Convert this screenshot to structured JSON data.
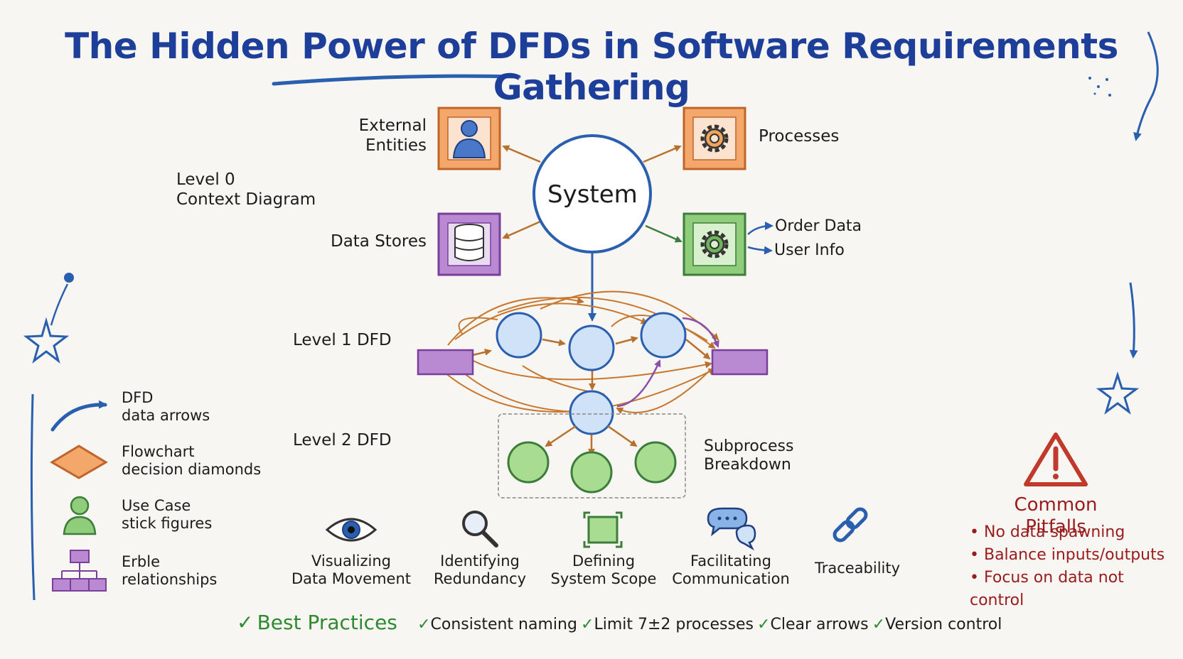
{
  "title": "The Hidden Power of DFDs in Software Requirements Gathering",
  "context": {
    "level0": [
      "Level 0",
      "Context Diagram"
    ],
    "system": "System",
    "external_entities": [
      "External",
      "Entities"
    ],
    "data_stores": "Data Stores",
    "processes": "Processes",
    "flows": [
      "Order Data",
      "User Info"
    ]
  },
  "levels": {
    "level1": "Level 1 DFD",
    "level2": "Level 2 DFD",
    "subprocess": [
      "Subprocess",
      "Breakdown"
    ]
  },
  "legend": [
    {
      "icon": "curved-arrow-icon",
      "lines": [
        "DFD",
        "data arrows"
      ]
    },
    {
      "icon": "diamond-icon",
      "lines": [
        "Flowchart",
        "decision diamonds"
      ]
    },
    {
      "icon": "stick-figure-icon",
      "lines": [
        "Use Case",
        "stick figures"
      ]
    },
    {
      "icon": "hierarchy-icon",
      "lines": [
        "Erble",
        "relationships"
      ]
    }
  ],
  "benefits": [
    {
      "icon": "eye-icon",
      "lines": [
        "Visualizing",
        "Data Movement"
      ]
    },
    {
      "icon": "magnifier-icon",
      "lines": [
        "Identifying",
        "Redundancy"
      ]
    },
    {
      "icon": "scope-frame-icon",
      "lines": [
        "Defining",
        "System Scope"
      ]
    },
    {
      "icon": "chat-bubbles-icon",
      "lines": [
        "Facilitating",
        "Communication"
      ]
    },
    {
      "icon": "chain-link-icon",
      "lines": [
        "Traceability"
      ]
    }
  ],
  "pitfalls": {
    "title": "Common Pitfalls",
    "items": [
      "No data spawning",
      "Balance inputs/outputs",
      "Focus on data not control"
    ]
  },
  "best_practices": {
    "title": "Best Practices",
    "items": [
      "Consistent naming",
      "Limit 7±2 processes",
      "Clear arrows",
      "Version control"
    ]
  },
  "colors": {
    "title": "#1d3f99",
    "orange": "#e8893a",
    "purple": "#9b59b6",
    "green": "#5cab4a",
    "blue": "#2f6fbd",
    "red": "#c0392b",
    "flow_orange": "#c8772f"
  }
}
